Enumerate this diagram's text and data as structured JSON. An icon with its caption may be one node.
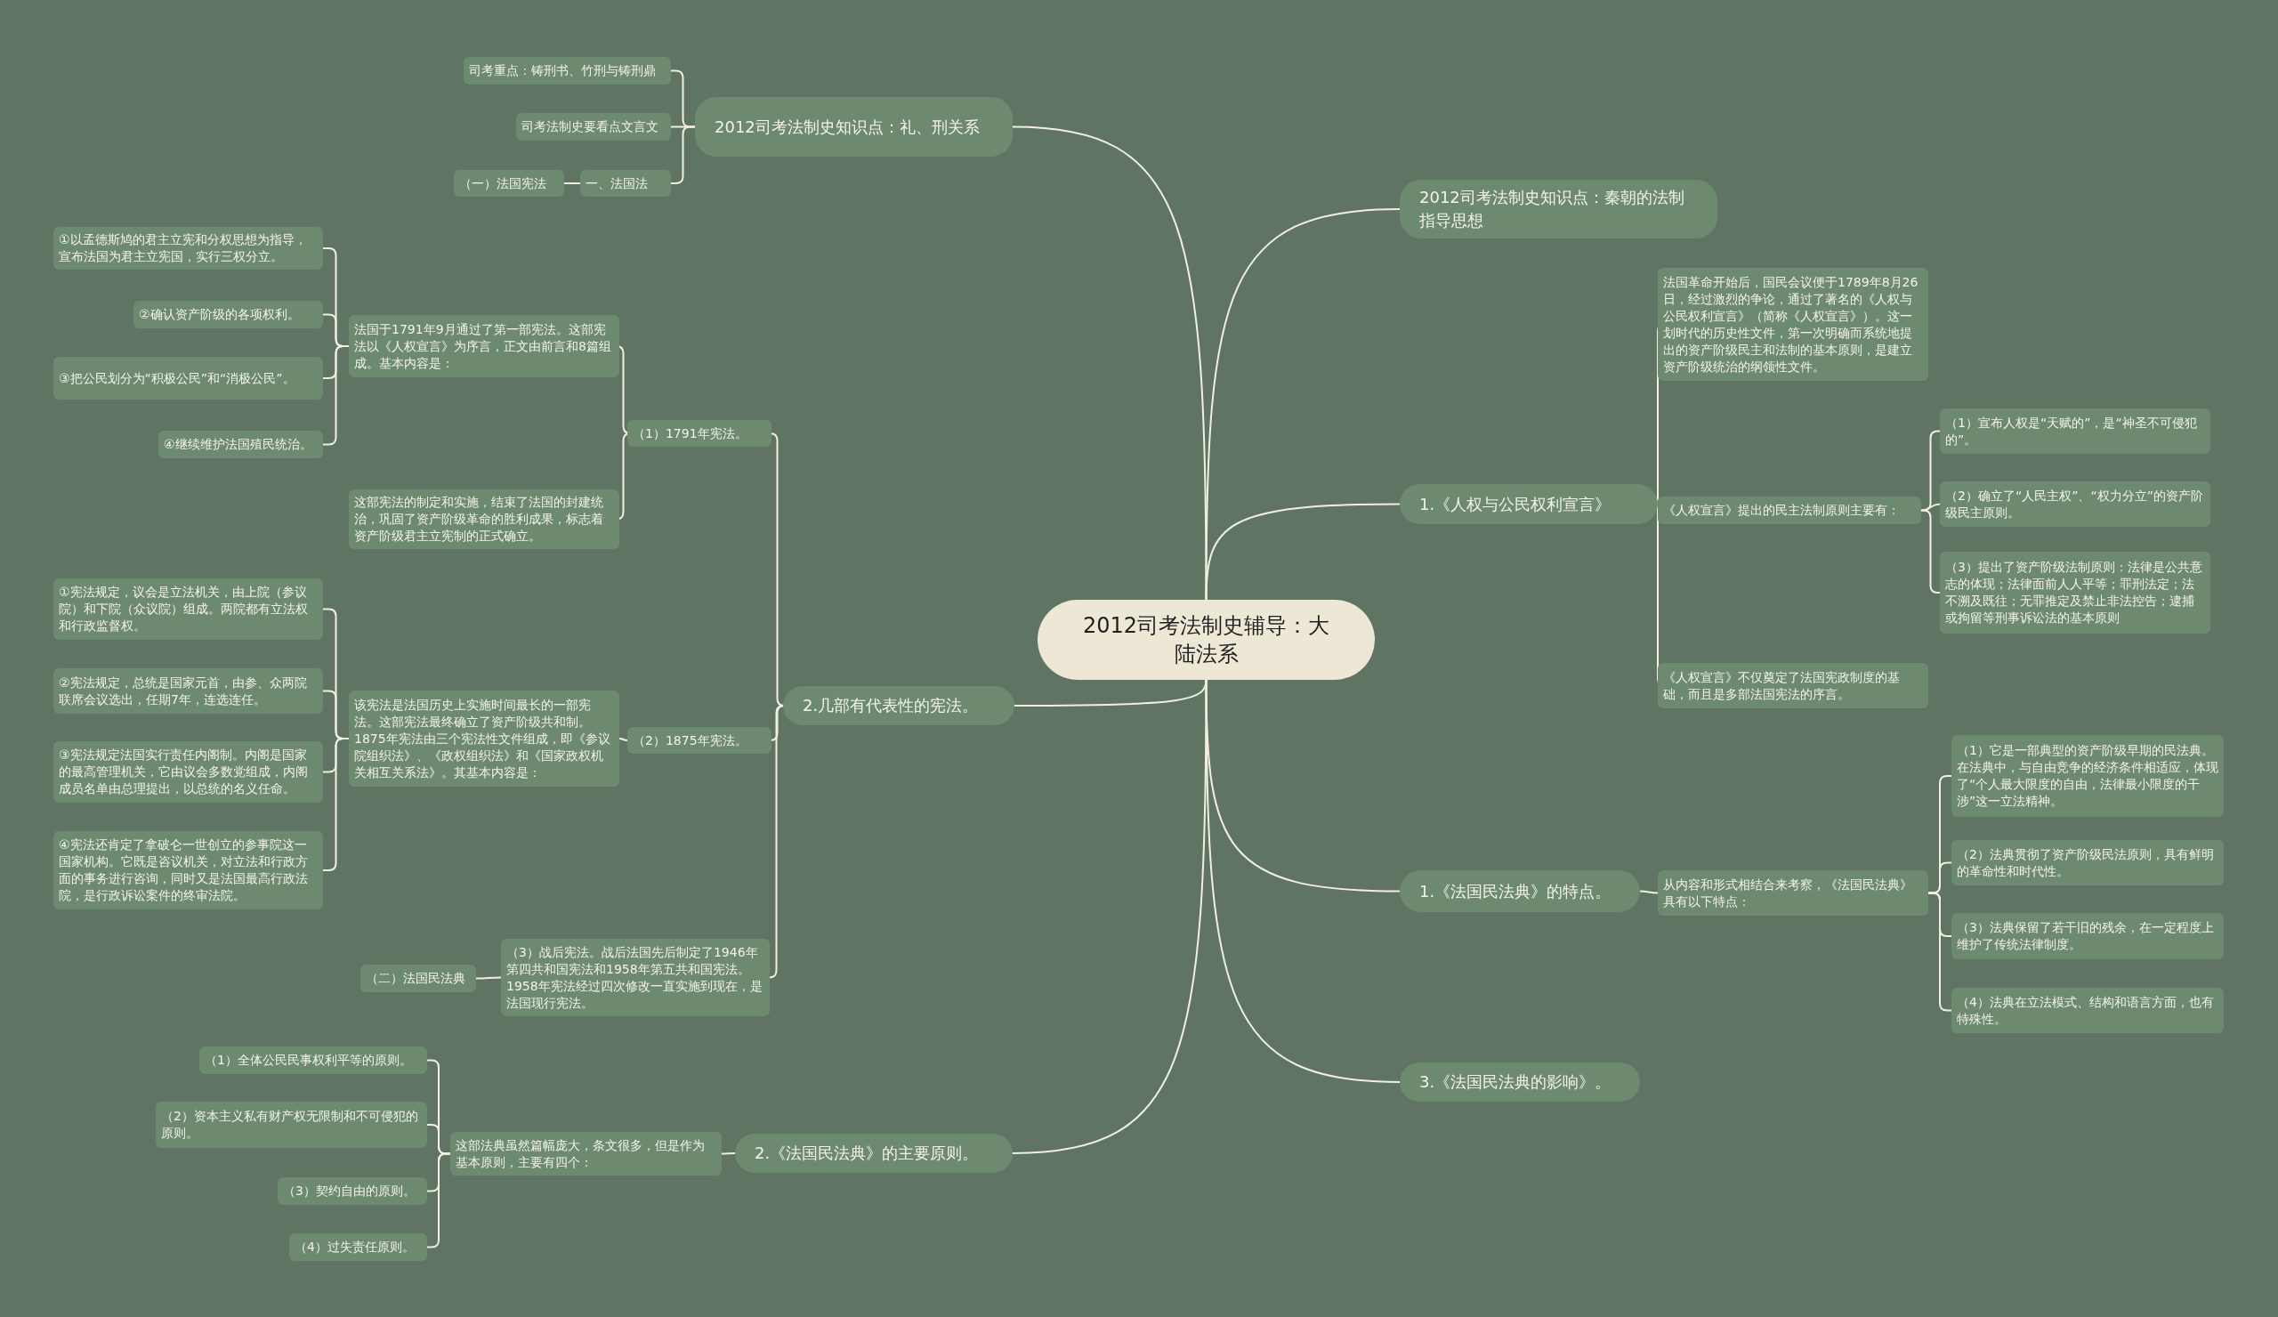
{
  "diagram": {
    "nodes": [
      {
        "text": [
          "2012司考法制史辅导：大陆法系"
        ]
      },
      {
        "text": [
          "2012司考法制史知识点：礼、刑关系"
        ]
      },
      {
        "text": [
          "司考重点：铸刑书、竹刑与铸刑鼎"
        ]
      },
      {
        "text": [
          "司考法制史要看点文言文"
        ]
      },
      {
        "text": [
          "一、法国法"
        ]
      },
      {
        "text": [
          "（一）法国宪法"
        ]
      },
      {
        "text": [
          "2012司考法制史知识点：秦朝的法制指导思想"
        ]
      },
      {
        "text": [
          "1.《人权与公民权利宣言》"
        ]
      },
      {
        "text": [
          "法国革命开始后，国民会议便于1789年8月26日，经过激烈的争论，通过了著名的《人权与公民权利宣言》（简称《人权宣言》）。这一划时代的历史性文件，第一次明确而系统地提出的资产阶级民主和法制的基本原则，是建立资产阶级统治的纲领性文件。"
        ]
      },
      {
        "text": [
          "《人权宣言》提出的民主法制原则主要有："
        ]
      },
      {
        "text": [
          "（1）宣布人权是“天赋的”，是“神圣不可侵犯的”。"
        ]
      },
      {
        "text": [
          "（2）确立了“人民主权”、“权力分立”的资产阶级民主原则。"
        ]
      },
      {
        "text": [
          "（3）提出了资产阶级法制原则：法律是公共意志的体现；法律面前人人平等；罪刑法定；法不溯及既往；无罪推定及禁止非法控告；逮捕或拘留等刑事诉讼法的基本原则"
        ]
      },
      {
        "text": [
          "《人权宣言》不仅奠定了法国宪政制度的基础，而且是多部法国宪法的序言。"
        ]
      },
      {
        "text": [
          "1.《法国民法典》的特点。"
        ]
      },
      {
        "text": [
          "从内容和形式相结合来考察，《法国民法典》具有以下特点："
        ]
      },
      {
        "text": [
          "（1）它是一部典型的资产阶级早期的民法典。在法典中，与自由竞争的经济条件相适应，体现了“个人最大限度的自由，法律最小限度的干涉”这一立法精神。"
        ]
      },
      {
        "text": [
          "（2）法典贯彻了资产阶级民法原则，具有鲜明的革命性和时代性。"
        ]
      },
      {
        "text": [
          "（3）法典保留了若干旧的残余，在一定程度上维护了传统法律制度。"
        ]
      },
      {
        "text": [
          "（4）法典在立法模式、结构和语言方面，也有特殊性。"
        ]
      },
      {
        "text": [
          "3.《法国民法典的影响》。"
        ]
      },
      {
        "text": [
          "2.几部有代表性的宪法。"
        ]
      },
      {
        "text": [
          "（1）1791年宪法。"
        ]
      },
      {
        "text": [
          "法国于1791年9月通过了第一部宪法。这部宪法以《人权宣言》为序言，正文由前言和8篇组成。基本内容是："
        ]
      },
      {
        "text": [
          "①以孟德斯鸠的君主立宪和分权思想为指导，宣布法国为君主立宪国，实行三权分立。"
        ]
      },
      {
        "text": [
          "②确认资产阶级的各项权利。"
        ]
      },
      {
        "text": [
          "③把公民划分为“积极公民”和“消极公民”。"
        ]
      },
      {
        "text": [
          "④继续维护法国殖民统治。"
        ]
      },
      {
        "text": [
          "这部宪法的制定和实施，结束了法国的封建统治，巩固了资产阶级革命的胜利成果，标志着资产阶级君主立宪制的正式确立。"
        ]
      },
      {
        "text": [
          "（2）1875年宪法。"
        ]
      },
      {
        "text": [
          "该宪法是法国历史上实施时间最长的一部宪法。这部宪法最终确立了资产阶级共和制。1875年宪法由三个宪法性文件组成，即《参议院组织法》、《政权组织法》和《国家政权机关相互关系法》。其基本内容是："
        ]
      },
      {
        "text": [
          "①宪法规定，议会是立法机关，由上院（参议院）和下院（众议院）组成。两院都有立法权和行政监督权。"
        ]
      },
      {
        "text": [
          "②宪法规定，总统是国家元首，由参、众两院联席会议选出，任期7年，连选连任。"
        ]
      },
      {
        "text": [
          "③宪法规定法国实行责任内阁制。内阁是国家的最高管理机关，它由议会多数党组成，内阁成员名单由总理提出，以总统的名义任命。"
        ]
      },
      {
        "text": [
          "④宪法还肯定了拿破仑一世创立的参事院这一国家机构。它既是咨议机关，对立法和行政方面的事务进行咨询，同时又是法国最高行政法院，是行政诉讼案件的终审法院。"
        ]
      },
      {
        "text": [
          "（3）战后宪法。战后法国先后制定了1946年第四共和国宪法和1958年第五共和国宪法。1958年宪法经过四次修改一直实施到现在，是法国现行宪法。"
        ]
      },
      {
        "text": [
          "（二）法国民法典"
        ]
      },
      {
        "text": [
          "2.《法国民法典》的主要原则。"
        ]
      },
      {
        "text": [
          "这部法典虽然篇幅庞大，条文很多，但是作为基本原则，主要有四个："
        ]
      },
      {
        "text": [
          "（1）全体公民民事权利平等的原则。"
        ]
      },
      {
        "text": [
          "（2）资本主义私有财产权无限制和不可侵犯的原则。"
        ]
      },
      {
        "text": [
          "（3）契约自由的原则。"
        ]
      },
      {
        "text": [
          "（4）过失责任原则。"
        ]
      }
    ],
    "edges": [
      {
        "from": 0,
        "to": 1,
        "arrow": "none"
      },
      {
        "from": 1,
        "to": 2,
        "arrow": "none"
      },
      {
        "from": 1,
        "to": 3,
        "arrow": "none"
      },
      {
        "from": 1,
        "to": 4,
        "arrow": "none"
      },
      {
        "from": 4,
        "to": 5,
        "arrow": "none"
      },
      {
        "from": 0,
        "to": 6,
        "arrow": "none"
      },
      {
        "from": 0,
        "to": 7,
        "arrow": "none"
      },
      {
        "from": 7,
        "to": 8,
        "arrow": "none"
      },
      {
        "from": 7,
        "to": 9,
        "arrow": "none"
      },
      {
        "from": 9,
        "to": 10,
        "arrow": "none"
      },
      {
        "from": 9,
        "to": 11,
        "arrow": "none"
      },
      {
        "from": 9,
        "to": 12,
        "arrow": "none"
      },
      {
        "from": 7,
        "to": 13,
        "arrow": "none"
      },
      {
        "from": 0,
        "to": 14,
        "arrow": "none"
      },
      {
        "from": 14,
        "to": 15,
        "arrow": "none"
      },
      {
        "from": 15,
        "to": 16,
        "arrow": "none"
      },
      {
        "from": 15,
        "to": 17,
        "arrow": "none"
      },
      {
        "from": 15,
        "to": 18,
        "arrow": "none"
      },
      {
        "from": 15,
        "to": 19,
        "arrow": "none"
      },
      {
        "from": 0,
        "to": 20,
        "arrow": "none"
      },
      {
        "from": 0,
        "to": 21,
        "arrow": "none"
      },
      {
        "from": 21,
        "to": 22,
        "arrow": "none"
      },
      {
        "from": 22,
        "to": 23,
        "arrow": "none"
      },
      {
        "from": 23,
        "to": 24,
        "arrow": "none"
      },
      {
        "from": 23,
        "to": 25,
        "arrow": "none"
      },
      {
        "from": 23,
        "to": 26,
        "arrow": "none"
      },
      {
        "from": 23,
        "to": 27,
        "arrow": "none"
      },
      {
        "from": 22,
        "to": 28,
        "arrow": "none"
      },
      {
        "from": 21,
        "to": 29,
        "arrow": "none"
      },
      {
        "from": 29,
        "to": 30,
        "arrow": "none"
      },
      {
        "from": 30,
        "to": 31,
        "arrow": "none"
      },
      {
        "from": 30,
        "to": 32,
        "arrow": "none"
      },
      {
        "from": 30,
        "to": 33,
        "arrow": "none"
      },
      {
        "from": 30,
        "to": 34,
        "arrow": "none"
      },
      {
        "from": 21,
        "to": 35,
        "arrow": "none"
      },
      {
        "from": 35,
        "to": 36,
        "arrow": "none"
      },
      {
        "from": 0,
        "to": 37,
        "arrow": "none"
      },
      {
        "from": 37,
        "to": 38,
        "arrow": "none"
      },
      {
        "from": 38,
        "to": 39,
        "arrow": "none"
      },
      {
        "from": 38,
        "to": 40,
        "arrow": "none"
      },
      {
        "from": 38,
        "to": 41,
        "arrow": "none"
      },
      {
        "from": 38,
        "to": 42,
        "arrow": "none"
      }
    ]
  }
}
